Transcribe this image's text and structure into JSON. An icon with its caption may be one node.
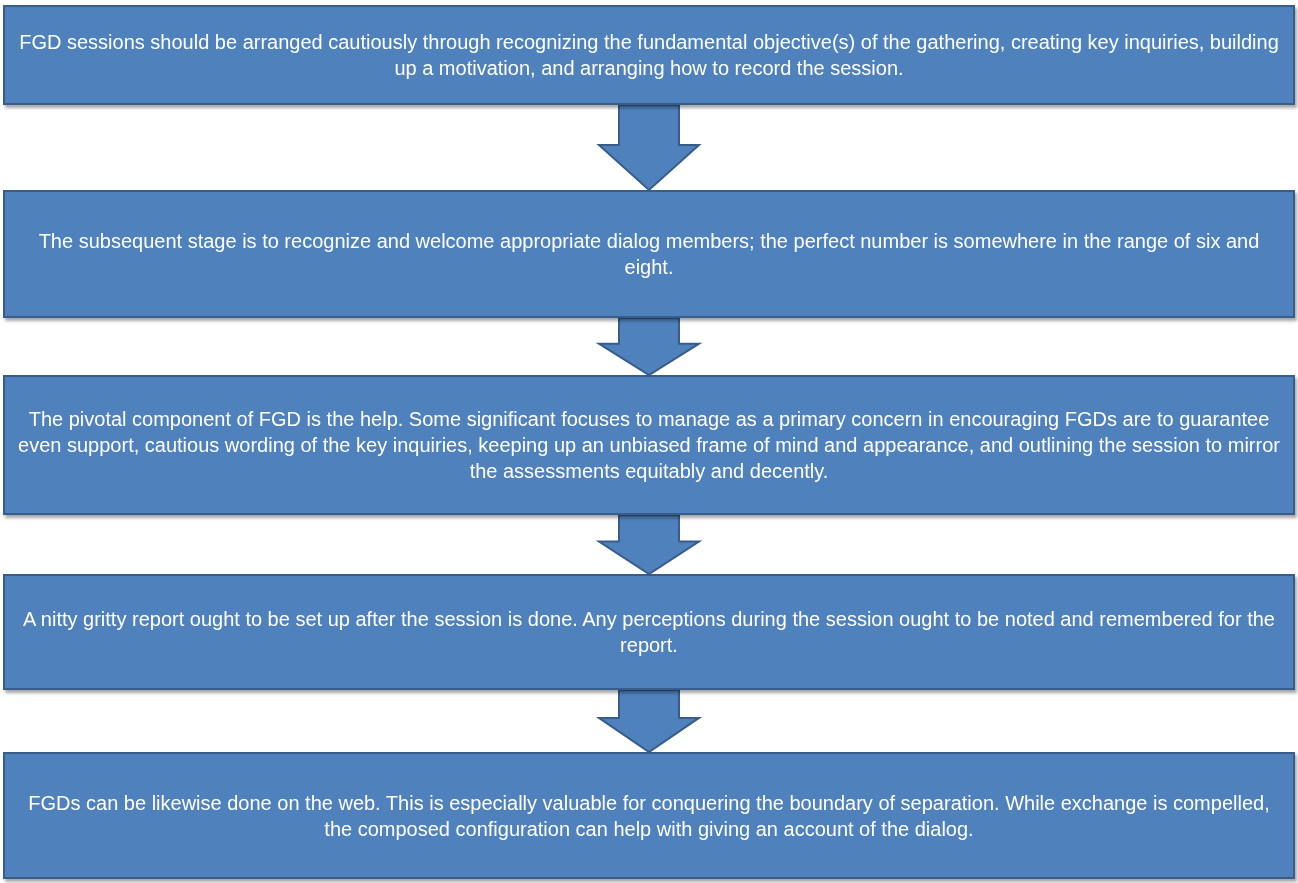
{
  "diagram": {
    "nodes": [
      {
        "text": [
          "FGD sessions should be arranged cautiously through recognizing the fundamental objective(s) of the gathering, creating key inquiries, building up a motivation, and arranging how to record the session."
        ]
      },
      {
        "text": [
          "The subsequent stage is to recognize and welcome appropriate dialog members; the perfect number is somewhere in the range of six and eight."
        ]
      },
      {
        "text": [
          "The pivotal component of FGD is the help. Some significant focuses to manage as a primary concern in encouraging FGDs are to guarantee even support, cautious wording of the key inquiries, keeping up an unbiased frame of mind and appearance, and outlining the session to mirror the assessments equitably and decently."
        ]
      },
      {
        "text": [
          "A nitty gritty report ought to be set up after the session is done. Any perceptions during the session ought to be noted and remembered for the report."
        ]
      },
      {
        "text": [
          "FGDs can be likewise done on the web. This is especially valuable for conquering the boundary of separation. While exchange is compelled, the composed configuration can help with giving an account of the dialog."
        ]
      }
    ],
    "edges": [
      {
        "from": 0,
        "to": 1,
        "arrow": "to"
      },
      {
        "from": 1,
        "to": 2,
        "arrow": "to"
      },
      {
        "from": 2,
        "to": 3,
        "arrow": "to"
      },
      {
        "from": 3,
        "to": 4,
        "arrow": "to"
      }
    ]
  }
}
